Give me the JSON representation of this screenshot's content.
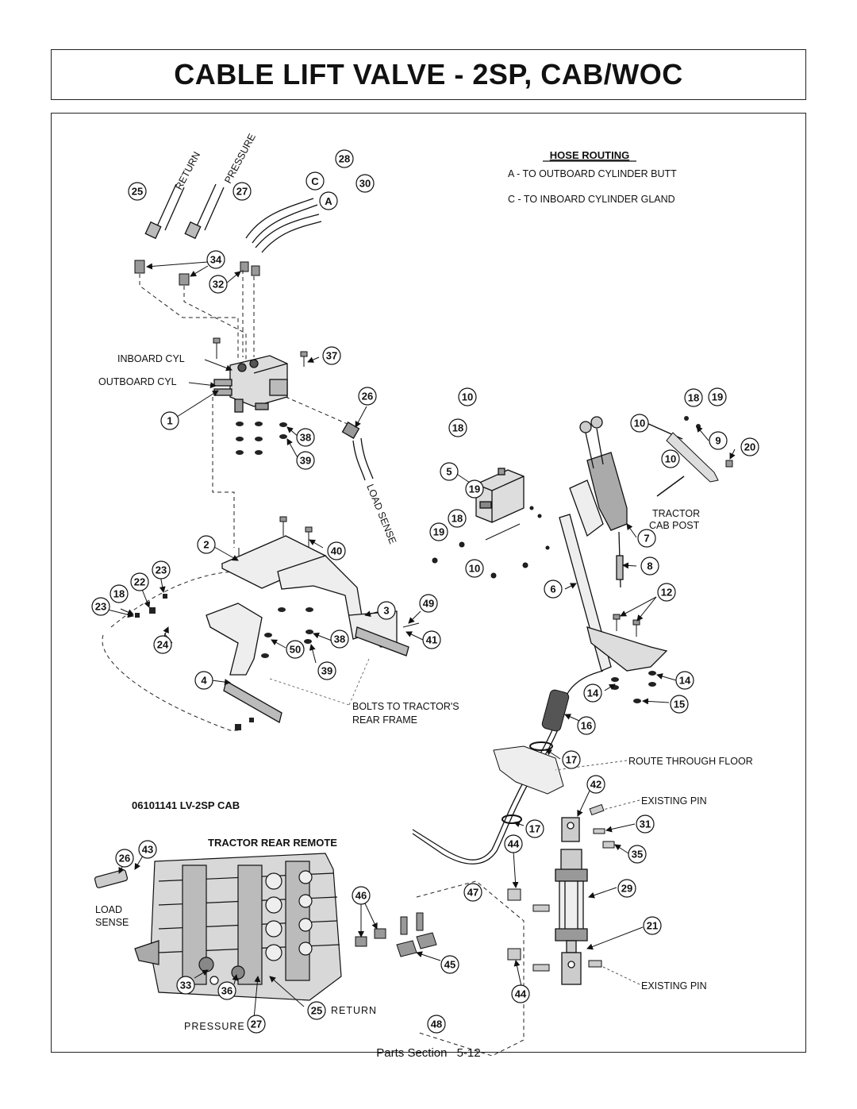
{
  "page": {
    "title": "CABLE LIFT VALVE - 2SP, CAB/WOC"
  },
  "hose_routing": {
    "heading": "HOSE ROUTING",
    "line_a": "A - TO OUTBOARD CYLINDER BUTT",
    "line_c": "C - TO INBOARD CYLINDER GLAND"
  },
  "labels": {
    "return": "RETURN",
    "pressure": "PRESSURE",
    "inboard_cyl": "INBOARD CYL",
    "outboard_cyl": "OUTBOARD CYL",
    "load_sense_diag": "LOAD SENSE",
    "tractor_cab_post_1": "TRACTOR",
    "tractor_cab_post_2": "CAB POST",
    "bolts_1": "BOLTS TO TRACTOR'S",
    "bolts_2": "REAR FRAME",
    "route_floor": "ROUTE THROUGH FLOOR",
    "existing_pin_1": "EXISTING PIN",
    "existing_pin_2": "EXISTING PIN",
    "part_no": "06101141  LV-2SP CAB",
    "tractor_rear_remote": "TRACTOR REAR REMOTE",
    "load": "LOAD",
    "sense": "SENSE",
    "return_bottom": "RETURN",
    "pressure_bottom": "PRESSURE",
    "letter_c": "C",
    "letter_a": "A"
  },
  "callouts": [
    "28",
    "30",
    "25",
    "27",
    "34",
    "32",
    "37",
    "1",
    "26",
    "38",
    "39",
    "5",
    "18",
    "19",
    "10",
    "18",
    "19",
    "10",
    "2",
    "40",
    "22",
    "23",
    "18",
    "23",
    "24",
    "3",
    "49",
    "41",
    "50",
    "38",
    "39",
    "4",
    "18",
    "19",
    "10",
    "9",
    "20",
    "10",
    "7",
    "8",
    "6",
    "12",
    "14",
    "14",
    "15",
    "16",
    "17",
    "42",
    "31",
    "17",
    "44",
    "35",
    "29",
    "47",
    "46",
    "21",
    "45",
    "44",
    "43",
    "26",
    "33",
    "36",
    "25",
    "27",
    "48"
  ],
  "footer": {
    "section": "Parts Section",
    "page": "5-12"
  }
}
